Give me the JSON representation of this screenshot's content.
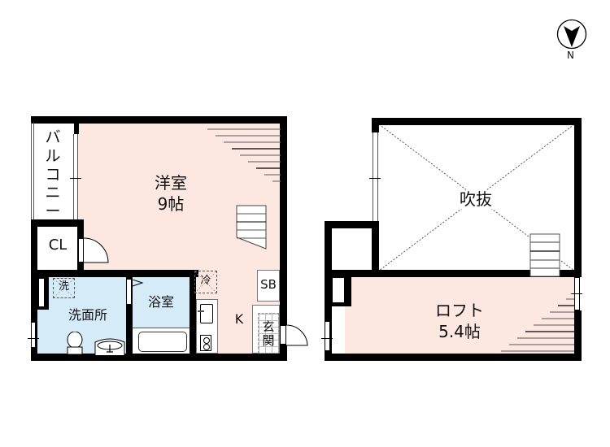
{
  "compass": {
    "label": "N",
    "icon": "north-arrow-icon"
  },
  "floor1": {
    "rooms": {
      "western_room": {
        "name": "洋室",
        "size": "9帖"
      },
      "balcony": {
        "name": "バルコニー"
      },
      "closet": {
        "name": "CL"
      },
      "washroom": {
        "name": "洗面所"
      },
      "washer_space": {
        "name": "洗"
      },
      "bathroom": {
        "name": "浴室"
      },
      "fridge_space": {
        "name": "冷"
      },
      "shoe_box": {
        "name": "SB"
      },
      "kitchen": {
        "name": "K"
      },
      "entrance": {
        "name": "玄関"
      }
    }
  },
  "floor2": {
    "rooms": {
      "void": {
        "name": "吹抜"
      },
      "loft": {
        "name": "ロフト",
        "size": "5.4帖"
      }
    }
  },
  "colors": {
    "room_pink": "#fde7e1",
    "wet_blue": "#d6ebf8",
    "wall": "#000000"
  }
}
